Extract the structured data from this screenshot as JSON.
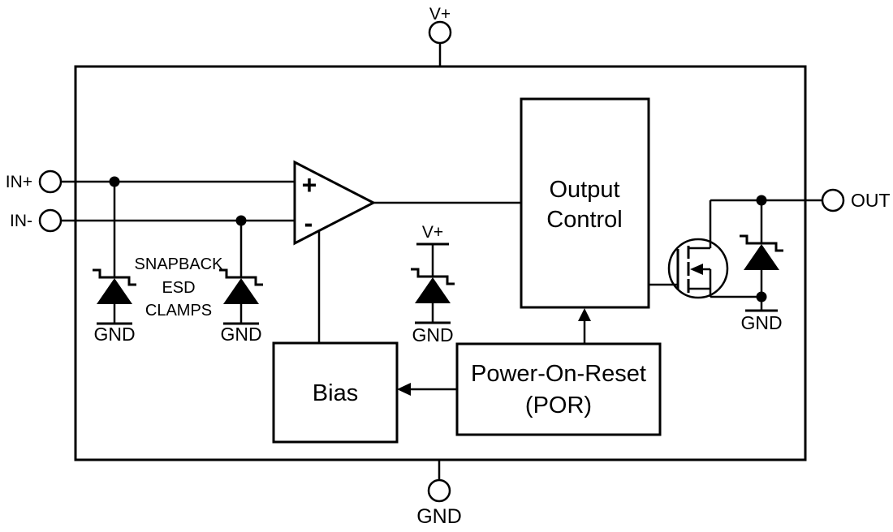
{
  "colors": {
    "line": "#000000",
    "text": "#000000",
    "background": "#ffffff"
  },
  "pins": {
    "vplus": "V+",
    "gnd": "GND",
    "in_plus": "IN+",
    "in_minus": "IN-",
    "out": "OUT"
  },
  "comparator": {
    "plus": "+",
    "minus": "-"
  },
  "blocks": {
    "output_control": {
      "line1": "Output",
      "line2": "Control"
    },
    "bias": {
      "label": "Bias"
    },
    "por": {
      "line1": "Power-On-Reset",
      "line2": "(POR)"
    }
  },
  "esd_note": {
    "line1": "SNAPBACK",
    "line2": "ESD",
    "line3": "CLAMPS"
  },
  "clamps": {
    "esd1_gnd": "GND",
    "esd2_gnd": "GND",
    "supply_vplus": "V+",
    "supply_gnd": "GND",
    "output_gnd": "GND"
  }
}
